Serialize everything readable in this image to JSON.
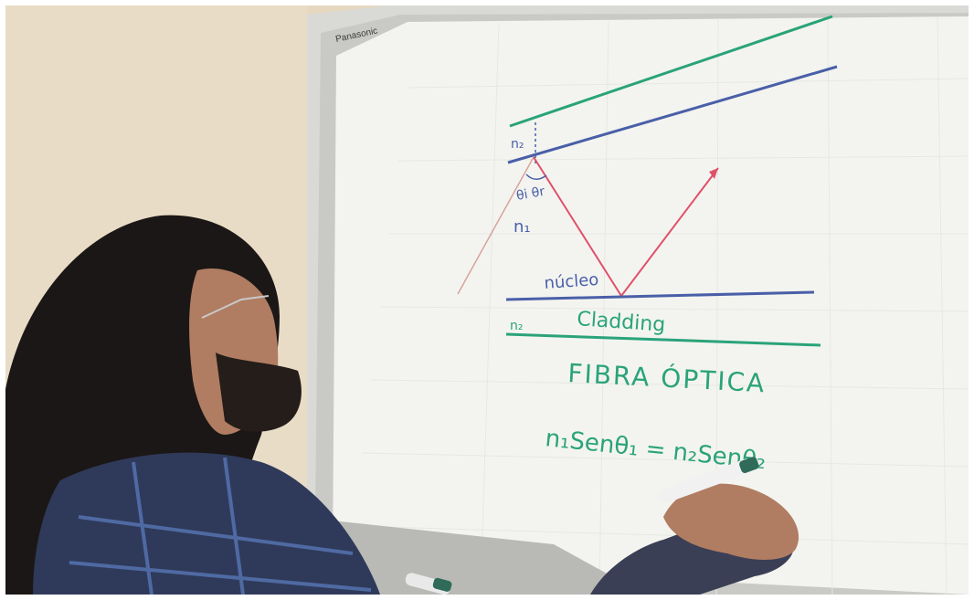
{
  "photo": {
    "description_free": true
  },
  "whiteboard": {
    "brand": "Panasonic",
    "labels": {
      "n2_top": "n₂",
      "angles": "θi  θr",
      "n1": "n₁",
      "nucleo": "núcleo",
      "n2_bottom": "n₂",
      "cladding": "Cladding",
      "title": "FIBRA ÓPTICA",
      "equation": "n₁Senθ₁ = n₂Senθ₂"
    }
  },
  "colors": {
    "wall": "#e9dcc8",
    "board": "#f4f5f1",
    "green_marker": "#2aa37a",
    "blue_marker": "#4a5fa8",
    "red_marker": "#e0506a",
    "frame": "#d7d8d4"
  }
}
